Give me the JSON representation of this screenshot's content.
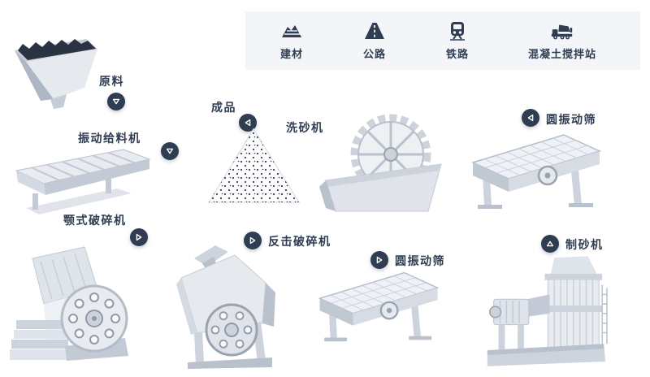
{
  "legend": {
    "items": [
      {
        "label": "建材",
        "icon": "building-materials-icon"
      },
      {
        "label": "公路",
        "icon": "highway-icon"
      },
      {
        "label": "铁路",
        "icon": "railway-icon"
      },
      {
        "label": "混凝土搅拌站",
        "icon": "concrete-mixing-station-icon"
      }
    ]
  },
  "flow": {
    "raw_material": {
      "label": "原料"
    },
    "vibrating_feeder": {
      "label": "振动给料机"
    },
    "jaw_crusher": {
      "label": "颚式破碎机"
    },
    "impact_crusher": {
      "label": "反击破碎机"
    },
    "screen_bottom": {
      "label": "圆振动筛"
    },
    "sand_maker": {
      "label": "制砂机"
    },
    "screen_top": {
      "label": "圆振动筛"
    },
    "sand_washer": {
      "label": "洗砂机"
    },
    "finished_product": {
      "label": "成品"
    }
  },
  "colors": {
    "accent": "#2f3d52",
    "machine_light": "#e8ebf0",
    "machine_mid": "#cdd3dc",
    "machine_dark": "#b3bcc9",
    "legend_background": "#f3f5f8",
    "page_background": "#ffffff"
  }
}
